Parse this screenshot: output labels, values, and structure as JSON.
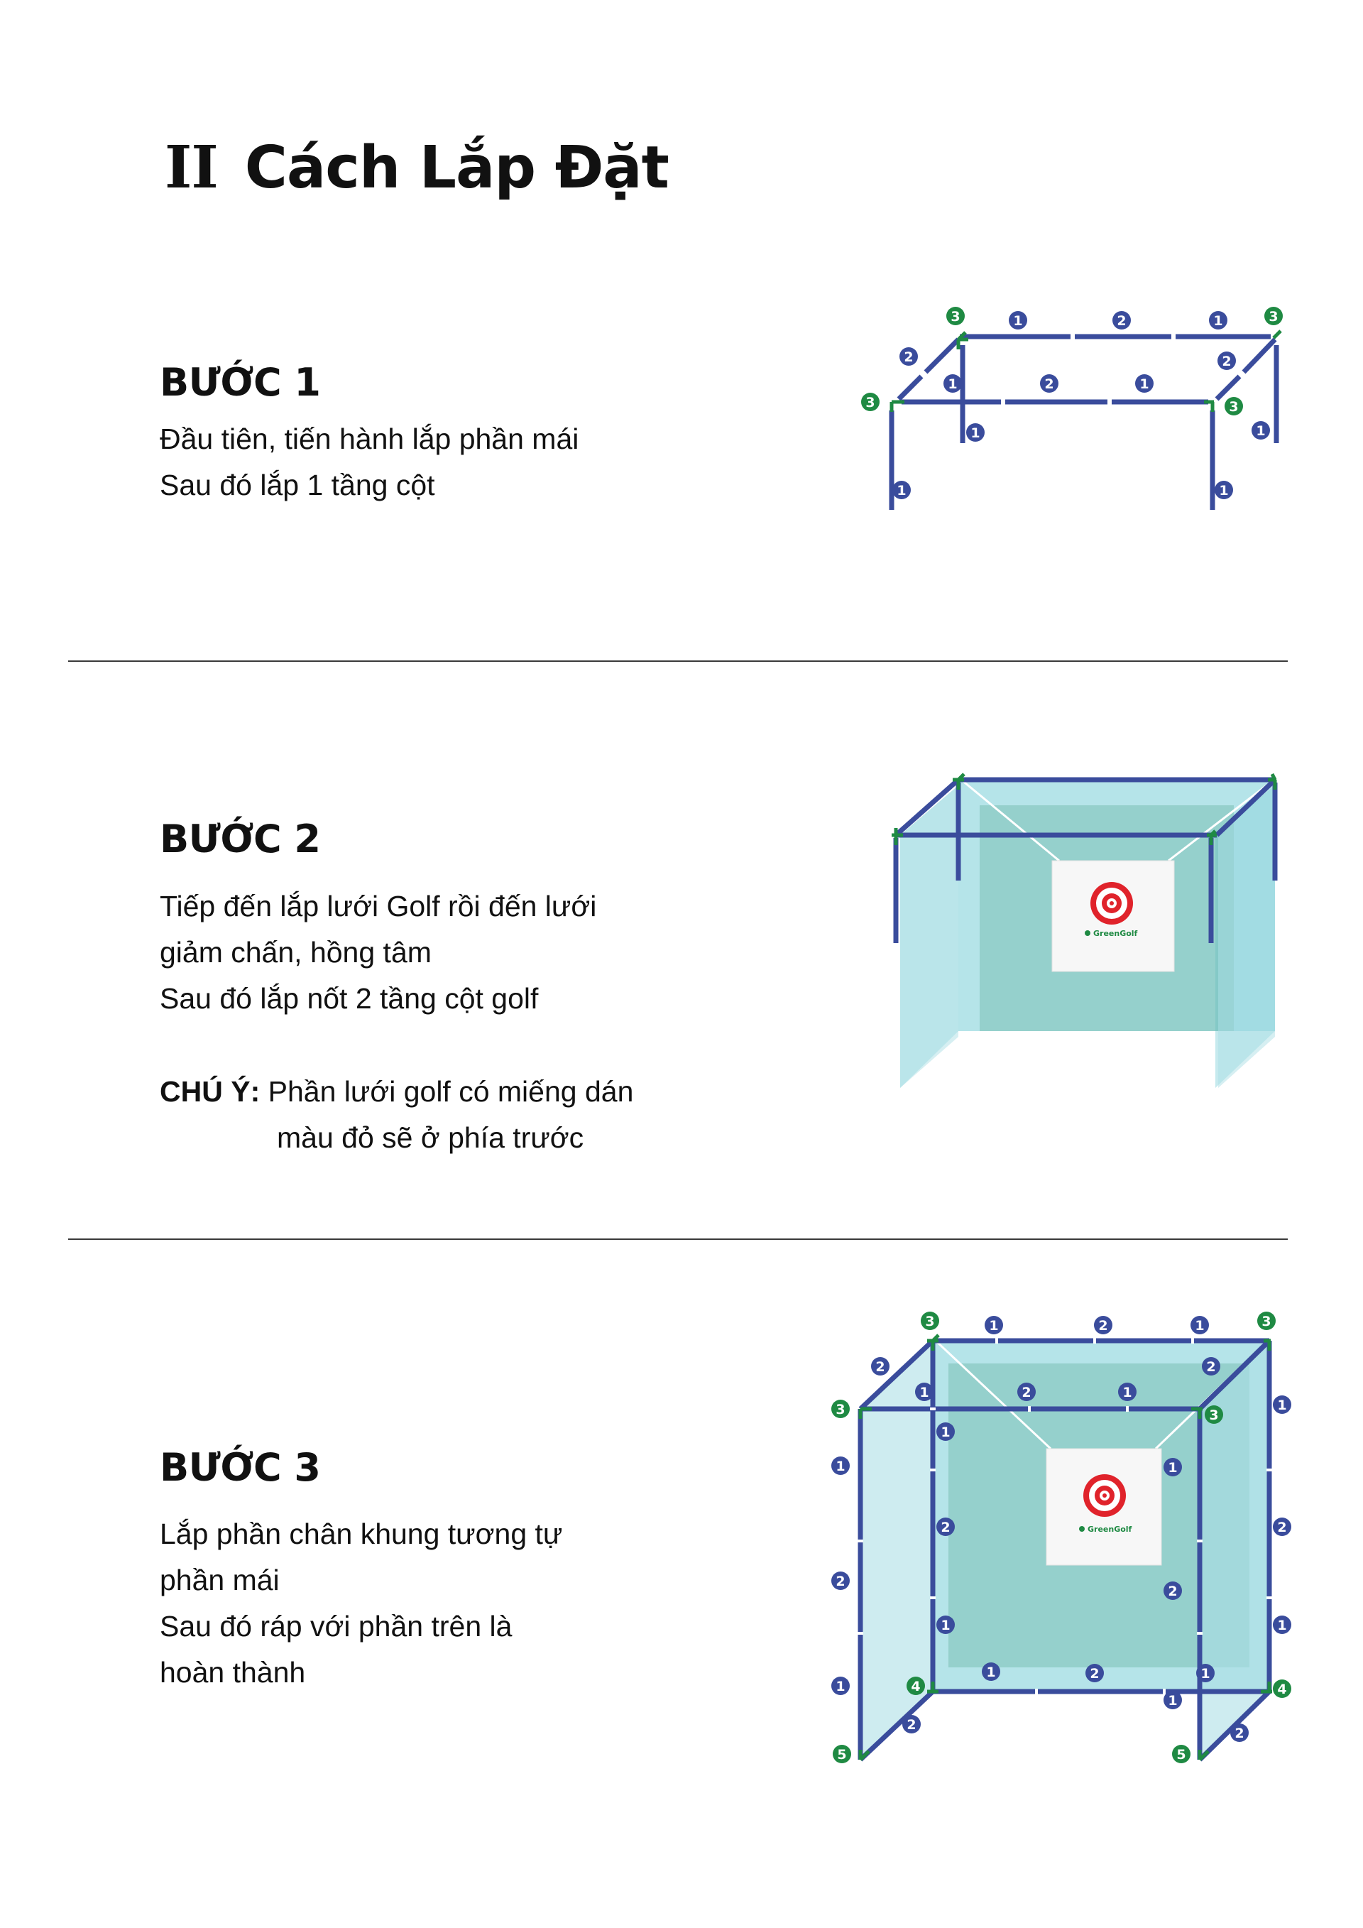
{
  "heading": {
    "number": "II",
    "title": "Cách Lắp Đặt"
  },
  "steps": [
    {
      "title": "BƯỚC 1",
      "lines": [
        "Đầu tiên, tiến hành lắp phần mái",
        "Sau đó lắp 1 tầng cột"
      ]
    },
    {
      "title": "BƯỚC 2",
      "lines": [
        "Tiếp đến lắp lưới Golf rồi đến lưới",
        "giảm chấn, hồng tâm",
        "Sau đó lắp nốt 2 tầng cột golf"
      ],
      "note": {
        "label": "CHÚ Ý:",
        "line1": "Phần lưới golf có miếng dán",
        "line2": "màu đỏ sẽ ở phía trước"
      }
    },
    {
      "title": "BƯỚC 3",
      "lines": [
        "Lắp phần chân khung tương tự",
        "phần mái",
        "Sau đó ráp với phần trên là",
        "hoàn thành"
      ]
    }
  ],
  "target_brand": "GreenGolf",
  "colors": {
    "frame_blue": "#3a4c9c",
    "connector_green": "#1f8a43",
    "net_teal": "#5cc4cf",
    "target_red": "#e0232b"
  }
}
